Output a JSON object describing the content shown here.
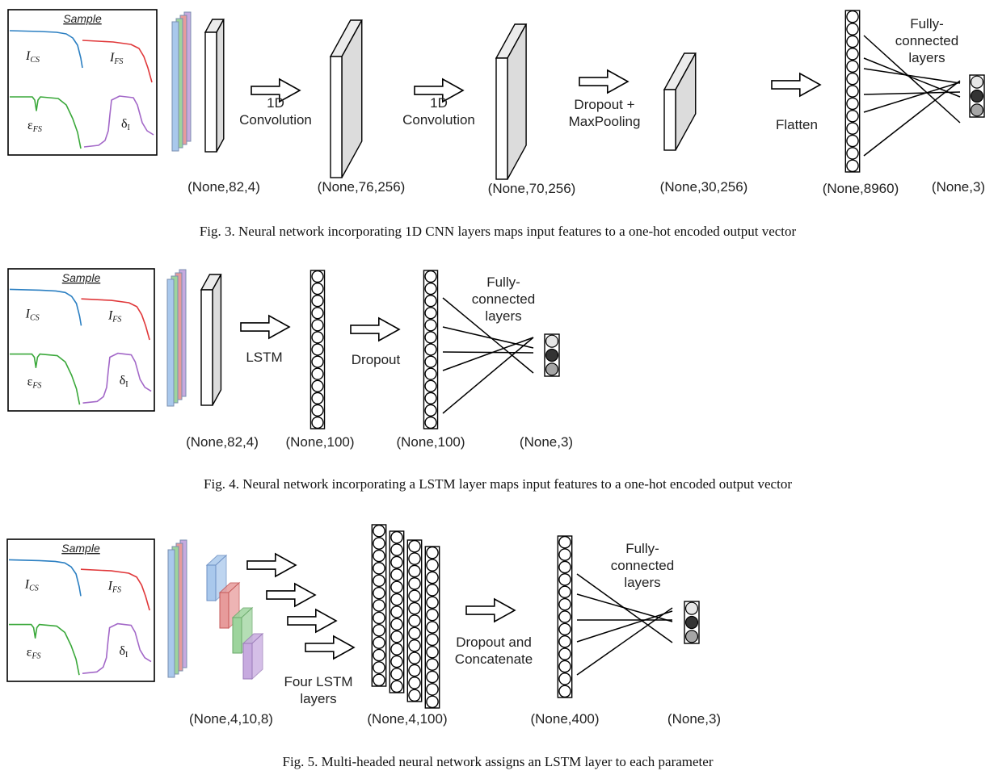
{
  "figures": [
    {
      "id": "fig3",
      "caption": "Fig. 3.  Neural network incorporating 1D CNN layers maps input features to a one-hot encoded output vector",
      "steps": [
        {
          "label": "1D\nConvolution"
        },
        {
          "label": "1D\nConvolution"
        },
        {
          "label": "Dropout +\nMaxPooling"
        },
        {
          "label": "Flatten"
        }
      ],
      "fc_label": "Fully-\nconnected\nlayers",
      "shapes": [
        "(None,82,4)",
        "(None,76,256)",
        "(None,70,256)",
        "(None,30,256)",
        "(None,8960)",
        "(None,3)"
      ]
    },
    {
      "id": "fig4",
      "caption": "Fig. 4.  Neural network incorporating a LSTM layer maps input features to a one-hot encoded output vector",
      "steps": [
        {
          "label": "LSTM"
        },
        {
          "label": "Dropout"
        }
      ],
      "fc_label": "Fully-\nconnected\nlayers",
      "shapes": [
        "(None,82,4)",
        "(None,100)",
        "(None,100)",
        "(None,3)"
      ]
    },
    {
      "id": "fig5",
      "caption": "Fig. 5.  Multi-headed neural network assigns an LSTM layer to each parameter",
      "steps": [
        {
          "label": "Four LSTM\nlayers"
        },
        {
          "label": "Dropout and\nConcatenate"
        }
      ],
      "fc_label": "Fully-\nconnected\nlayers",
      "shapes": [
        "(None,4,10,8)",
        "(None,4,100)",
        "(None,400)",
        "(None,3)"
      ]
    }
  ],
  "sample_panel": {
    "title": "Sample",
    "signals": [
      {
        "symbol": "I",
        "sub": "CS",
        "color": "#2b7fc2"
      },
      {
        "symbol": "I",
        "sub": "FS",
        "color": "#e0383a"
      },
      {
        "symbol": "ε",
        "sub": "FS",
        "color": "#3aa83a"
      },
      {
        "symbol": "δ",
        "sub": "I",
        "color": "#a368c8"
      }
    ]
  },
  "channel_colors": [
    "#a9c8ec",
    "#9dd49d",
    "#e79b9b",
    "#c7aadf"
  ],
  "output_node_colors": [
    "#e6e6e6",
    "#333333",
    "#a6a6a6"
  ]
}
